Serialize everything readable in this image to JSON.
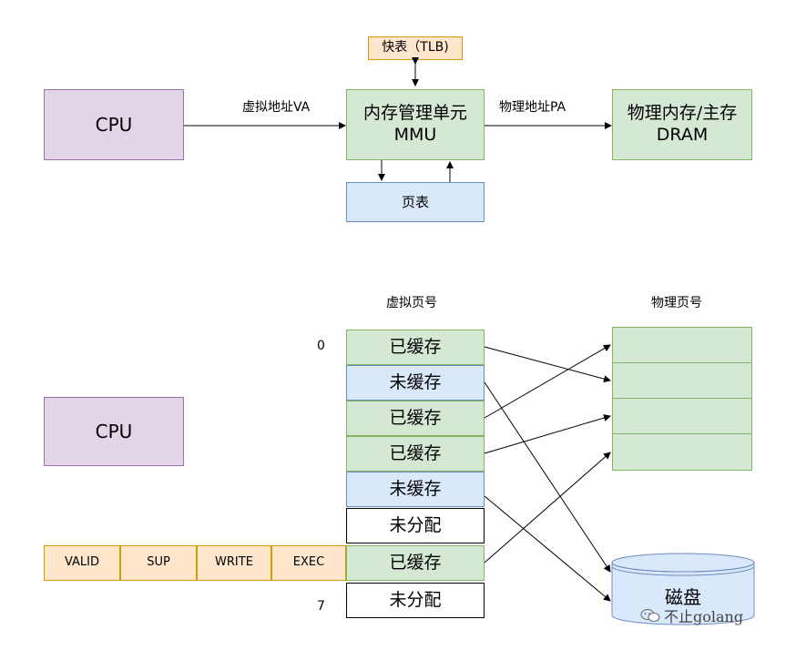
{
  "top": {
    "cpu": "CPU",
    "tlb": "快表（TLB)",
    "mmu_line1": "内存管理单元",
    "mmu_line2": "MMU",
    "page_table": "页表",
    "dram_line1": "物理内存/主存",
    "dram_line2": "DRAM",
    "va_label": "虚拟地址VA",
    "pa_label": "物理地址PA"
  },
  "bottom": {
    "cpu": "CPU",
    "virtual_header": "虚拟页号",
    "physical_header": "物理页号",
    "index_first": "0",
    "index_last": "7",
    "virtual_pages": [
      "已缓存",
      "未缓存",
      "已缓存",
      "已缓存",
      "未缓存",
      "未分配",
      "已缓存",
      "未分配"
    ],
    "pte_fields": [
      "VALID",
      "SUP",
      "WRITE",
      "EXEC"
    ],
    "disk": "磁盘"
  },
  "watermark": "不止golang",
  "colors": {
    "cpu_fill": "#e1d5e7",
    "green_fill": "#d5e8d4",
    "blue_fill": "#dae8fc",
    "orange_fill": "#ffe6cc"
  }
}
